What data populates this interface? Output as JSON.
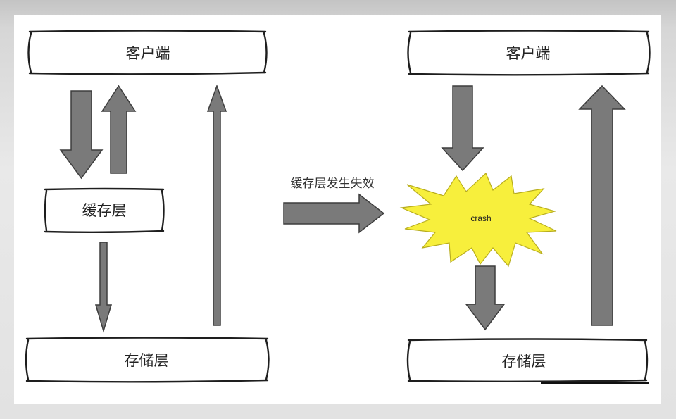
{
  "left_panel": {
    "client_label": "客户端",
    "cache_label": "缓存层",
    "storage_label": "存储层"
  },
  "transition": {
    "label": "缓存层发生失效"
  },
  "right_panel": {
    "client_label": "客户端",
    "crash_label": "crash",
    "storage_label": "存储层"
  },
  "colors": {
    "arrow_fill": "#7a7a7a",
    "crash_fill": "#f7ef3c",
    "box_fill": "#ffffff"
  }
}
